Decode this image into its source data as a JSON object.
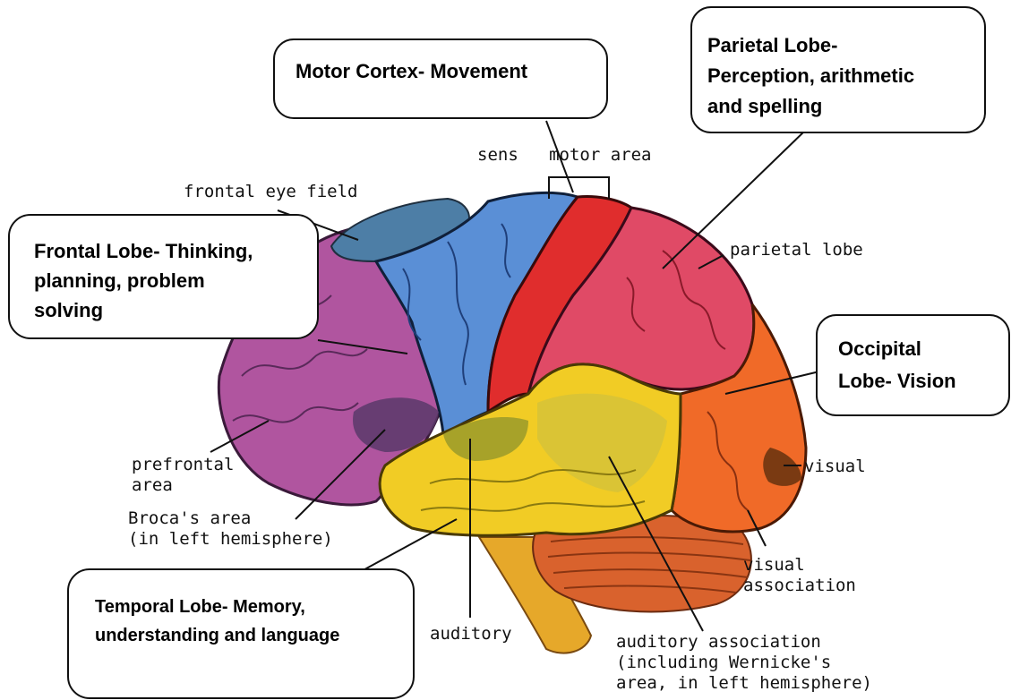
{
  "callouts": {
    "motor_cortex": "Motor Cortex-  Movement",
    "parietal": [
      "Parietal Lobe-",
      "Perception, arithmetic",
      "and spelling"
    ],
    "frontal": [
      "Frontal Lobe- Thinking,",
      "planning, problem",
      "solving"
    ],
    "occipital": [
      "Occipital",
      "Lobe- Vision"
    ],
    "temporal": [
      "Temporal Lobe- Memory,",
      "understanding and language"
    ]
  },
  "labels": {
    "sensory_motor": "sens   motor area",
    "frontal_eye_field": "frontal eye field",
    "parietal_lobe": "parietal lobe",
    "prefrontal": [
      "prefrontal",
      "area"
    ],
    "broca": [
      "Broca's area",
      "(in left hemisphere)"
    ],
    "visual": "visual",
    "visual_association": [
      "visual",
      "association"
    ],
    "auditory": "auditory",
    "auditory_association": [
      "auditory association",
      "(including Wernicke's",
      "area, in left hemisphere)"
    ]
  },
  "colors": {
    "frontal_lobe": "#b0559f",
    "prefrontal_dark": "#5a3a6a",
    "frontal_eye_field": "#4d7ea6",
    "motor_cortex": "#5a8fd6",
    "sensory_cortex": "#e02d2d",
    "parietal_lobe": "#e04a66",
    "occipital_lobe": "#f06a28",
    "temporal_lobe": "#f1cc25",
    "wernicke": "#d4c23a",
    "auditory_area": "#9a9a2a",
    "cerebellum": "#d9622d",
    "brainstem": "#e6a82a"
  }
}
